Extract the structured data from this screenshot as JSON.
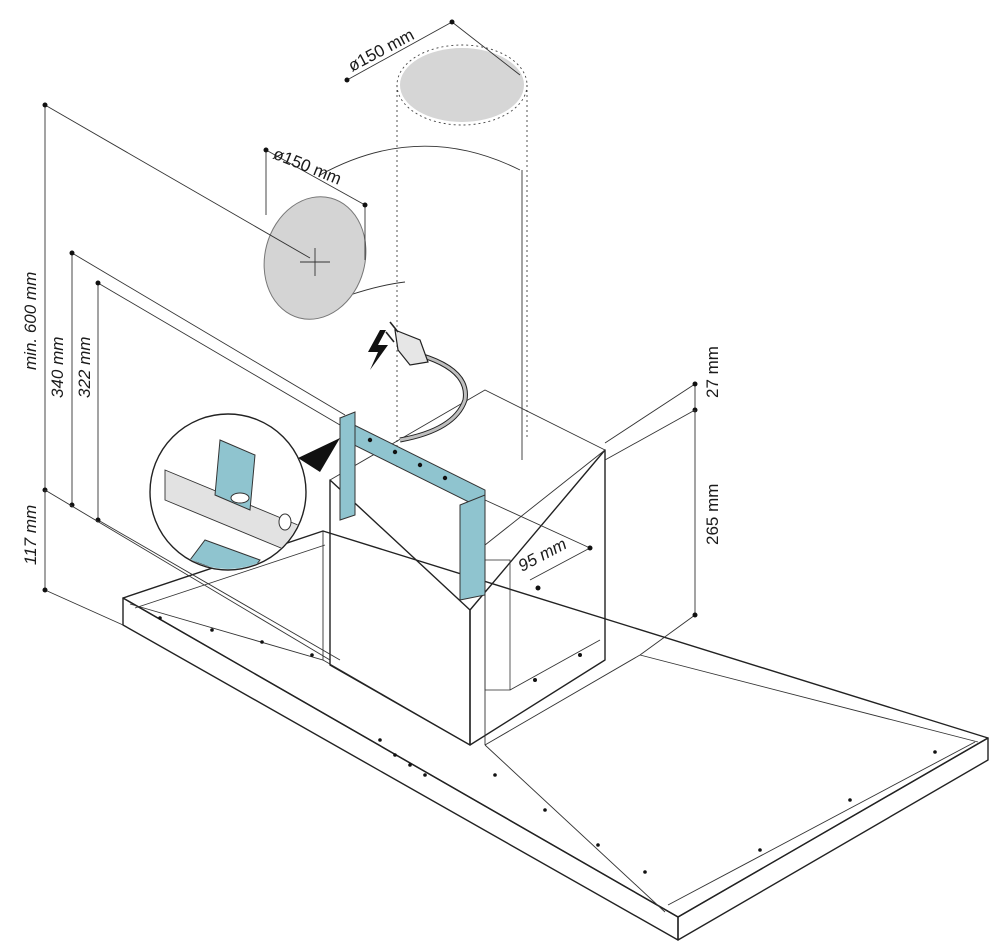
{
  "colors": {
    "line": "#222222",
    "bracket": "#8fc4cf",
    "bracket_dark": "#5e9aa8",
    "duct_fill": "#d4d4d4",
    "background": "#ffffff"
  },
  "icons": [
    "power-plug-icon",
    "lightning-bolt-icon"
  ],
  "dimensions": {
    "top_duct_diameter": "ø150 mm",
    "side_duct_diameter": "ø150 mm",
    "min_height": "min. 600 mm",
    "bracket_340": "340 mm",
    "bracket_322": "322 mm",
    "base_117": "117 mm",
    "depth_95": "95 mm",
    "top_27": "27 mm",
    "chimney_265": "265 mm"
  }
}
